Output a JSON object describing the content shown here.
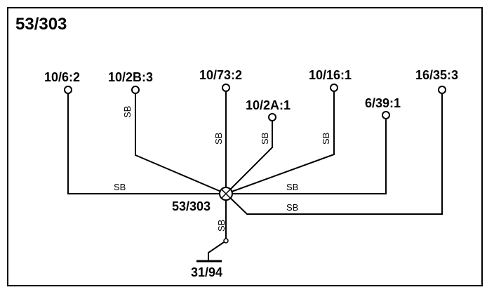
{
  "diagram": {
    "title": "53/303",
    "splice_label": "53/303",
    "ground_label": "31/94",
    "connectors": [
      {
        "label": "10/6:2"
      },
      {
        "label": "10/2B:3"
      },
      {
        "label": "10/73:2"
      },
      {
        "label": "10/2A:1"
      },
      {
        "label": "10/16:1"
      },
      {
        "label": "6/39:1"
      },
      {
        "label": "16/35:3"
      }
    ],
    "wire_color_label": "SB"
  }
}
